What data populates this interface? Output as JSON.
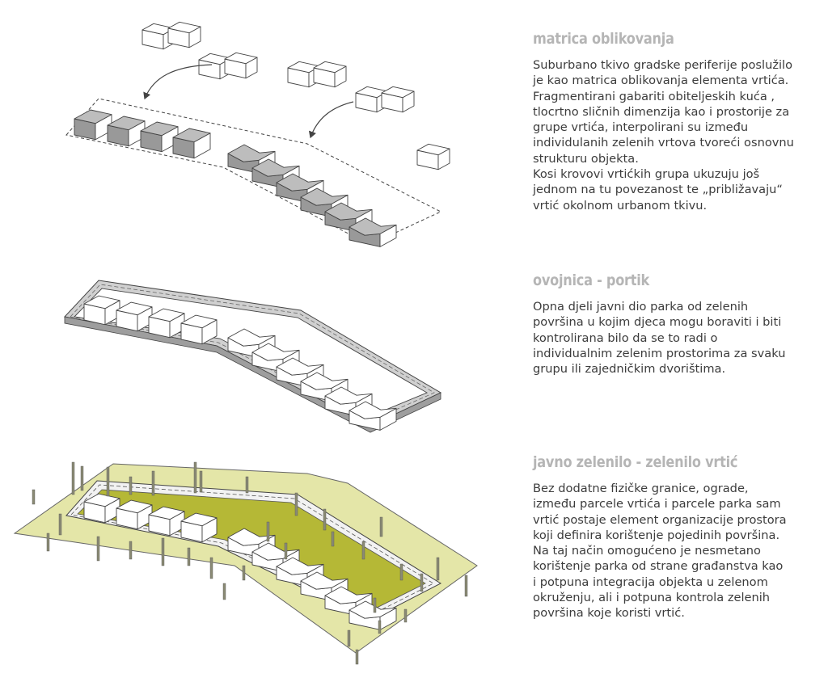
{
  "sections": [
    {
      "title": "matrica oblikovanja",
      "text": "Suburbano tkivo gradske periferije poslužilo\nje kao matrica oblikovanja elementa vrtića.\nFragmentirani gabariti obiteljeskih kuća ,\ntlocrtno sličnih dimenzija kao i prostorije za\ngrupe vrtića, interpolirani su između\nindividulanih zelenih vrtova tvoreći osnovnu\nstrukturu objekta.\nKosi krovovi vrtićkih grupa ukuzuju još\njednom na tu povezanost te „približavaju“\nvrtić okolnom urbanom tkivu."
    },
    {
      "title": "ovojnica - portik",
      "text": "Opna djeli javni dio parka od zelenih\npovršina u kojim djeca mogu boraviti i biti\nkontrolirana bilo da se to radi o\nindividualnim zelenim prostorima za svaku\ngrupu ili zajedničkim dvorištima."
    },
    {
      "title": "javno zelenilo - zelenilo vrtić",
      "text": "Bez dodatne fizičke granice, ograde,\nizmeđu parcele vrtića i parcele parka sam\nvrtić postaje element organizacije prostora\nkoji definira korištenje pojedinih površina.\nNa taj način omogućeno je nesmetano\nkorištenje parka od strane građanstva kao\ni potpuna integracija objekta u zelenom\nokruženju, ali i potpuna kontrola zelenih\npovršina koje koristi vrtić."
    }
  ],
  "colors": {
    "park": "#e4e6a8",
    "garden": "#b5b836",
    "roof_grey": "#bdbdbd",
    "wall_grey": "#999999",
    "line": "#444444",
    "heading": "#b5b5b5",
    "body_text": "#3c3c3c"
  }
}
